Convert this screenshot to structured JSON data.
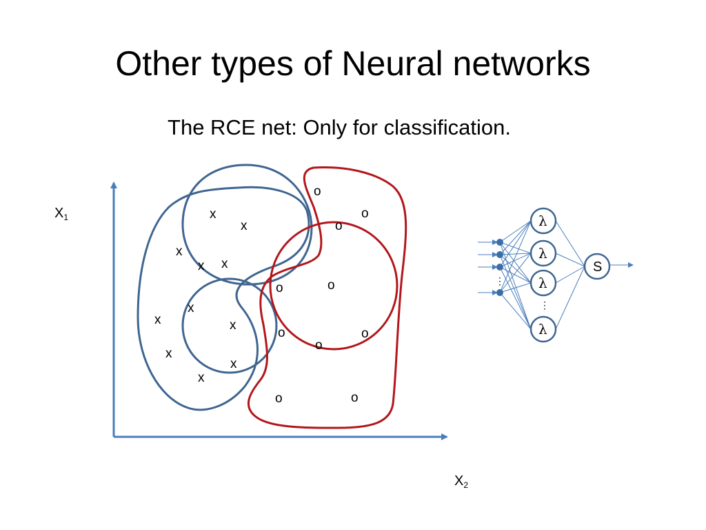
{
  "slide": {
    "title": "Other types of Neural networks",
    "subtitle": "The RCE net: Only for classification."
  },
  "axes": {
    "x1_main": "X",
    "x1_sub": "1",
    "x2_main": "X",
    "x2_sub": "2"
  },
  "points": {
    "class_x_symbol": "x",
    "class_o_symbol": "o"
  },
  "network": {
    "hidden_unit_symbol": "λ",
    "output_unit_label": "S",
    "ellipsis": "⋮"
  },
  "colors": {
    "blue_region": "#3F6590",
    "red_region": "#B2161B",
    "axis": "#4A7EBB",
    "network_line": "#4A7EBB",
    "input_dot": "#3A6EA8"
  }
}
